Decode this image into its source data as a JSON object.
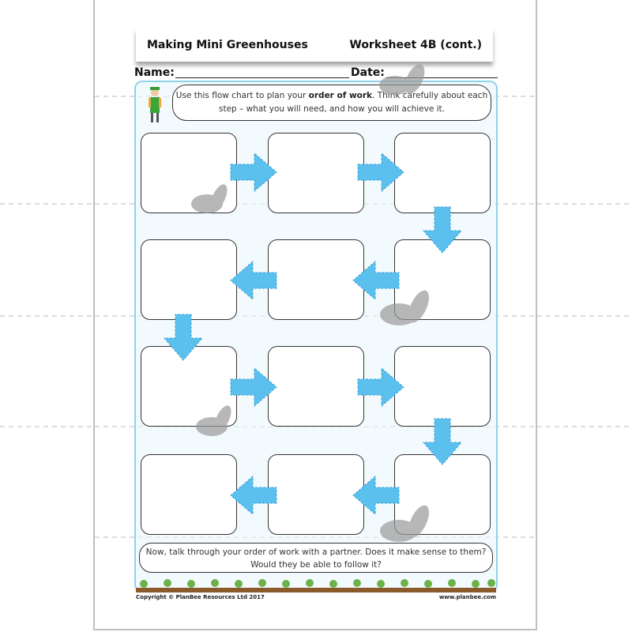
{
  "header": {
    "title": "Making Mini Greenhouses",
    "worksheet": "Worksheet 4B (cont.)"
  },
  "fields": {
    "name_label": "Name:",
    "date_label": "Date:"
  },
  "instructions": {
    "part1": "Use this flow chart to plan your ",
    "emphasis": "order of work",
    "part2": ". Think carefully about each step – what you will need, and how you will achieve it."
  },
  "flowchart": {
    "box_count": 12,
    "arrow_color": "#5bc0ee",
    "panel_border_color": "#8fd3ea"
  },
  "closing": {
    "line1": "Now, talk through your order of work with a partner. Does it make sense to them?",
    "line2": "Would they be able to follow it?"
  },
  "footer": {
    "copyright": "Copyright © PlanBee Resources Ltd 2017",
    "website": "www.planbee.com"
  }
}
